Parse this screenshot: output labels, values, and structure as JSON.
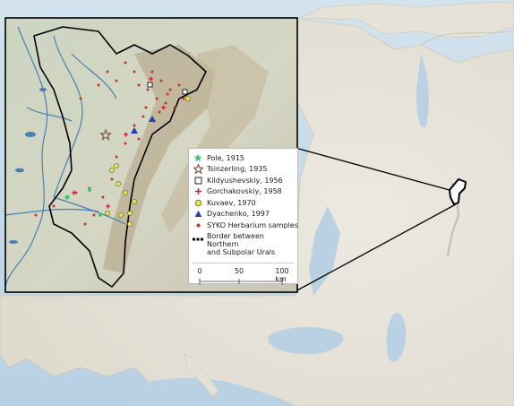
{
  "legend": {
    "items": [
      {
        "label": "Pole, 1915",
        "symbol": "green-star-icon",
        "color": "#2ecc71"
      },
      {
        "label": "Tsinzerling, 1935",
        "symbol": "open-star-icon",
        "color": "#6b3a24"
      },
      {
        "label": "Kildyushevskiy, 1956",
        "symbol": "open-square-icon",
        "color": "#222222"
      },
      {
        "label": "Gorchakovskiy, 1958",
        "symbol": "red-cross-icon",
        "color": "#d7192e"
      },
      {
        "label": "Kuvaev, 1970",
        "symbol": "yellow-circle-icon",
        "color": "#e8e63a"
      },
      {
        "label": "Dyachenko, 1997",
        "symbol": "blue-triangle-icon",
        "color": "#1f3fbf"
      },
      {
        "label": "SYKO Herbarium samples",
        "symbol": "red-dot-icon",
        "color": "#c0392b"
      }
    ],
    "border_label_1": "Border between Northern",
    "border_label_2": "and Subpolar Urals"
  },
  "scale": {
    "ticks": [
      "0",
      "50",
      "100 km"
    ]
  },
  "colors": {
    "land": "#e9e5dc",
    "sea": "#bcd5e6",
    "inset_border": "#000000",
    "river": "#4a7fb5",
    "mountain": "#b8a98e"
  }
}
